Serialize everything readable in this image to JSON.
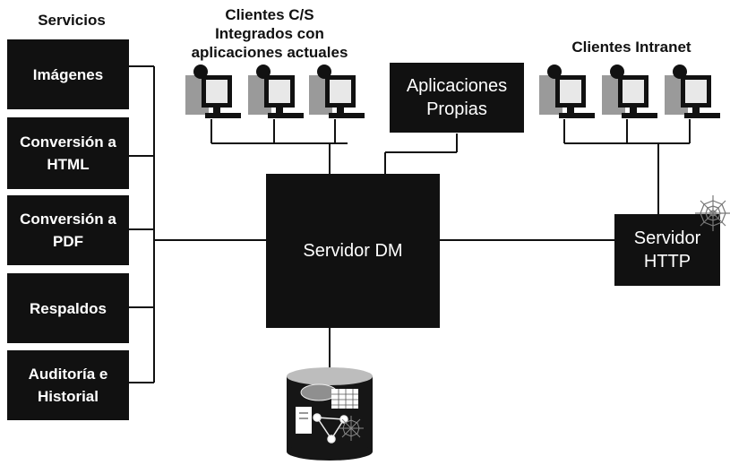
{
  "headings": {
    "services": "Servicios",
    "cs_clients": "Clientes C/S\nIntegrados con\naplicaciones actuales",
    "intranet_clients": "Clientes Intranet"
  },
  "services": [
    "Imágenes",
    "Conversión a\nHTML",
    "Conversión a\nPDF",
    "Respaldos",
    "Auditoría e\nHistorial"
  ],
  "boxes": {
    "own_apps": "Aplicaciones\nPropias",
    "dm_server": "Servidor DM",
    "http_server": "Servidor\nHTTP"
  },
  "icons": {
    "client": "desktop-computer-user-icon",
    "web": "spider-web-icon",
    "database": "document-repository-database-icon"
  },
  "colors": {
    "box": "#111111",
    "screen_gray": "#a8a8a8",
    "line": "#111111"
  }
}
